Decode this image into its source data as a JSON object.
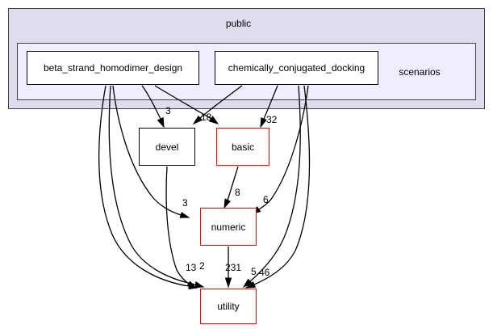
{
  "graph": {
    "title": "public",
    "type": "directory-dependency-graph",
    "clusters": [
      {
        "id": "public",
        "label": "public",
        "fill": "#ddddee",
        "stroke": "#404040"
      },
      {
        "id": "scenarios",
        "label": "scenarios",
        "fill": "#eeeeff",
        "stroke": "#404040"
      }
    ],
    "nodes": [
      {
        "id": "beta",
        "label": "beta_strand_homodimer_design",
        "border": "#000000",
        "fill": "#ffffff"
      },
      {
        "id": "chem",
        "label": "chemically_conjugated_docking",
        "border": "#000000",
        "fill": "#ffffff"
      },
      {
        "id": "devel",
        "label": "devel",
        "border": "#000000",
        "fill": "#ffffff"
      },
      {
        "id": "basic",
        "label": "basic",
        "border": "#ff0000",
        "fill": "#ffffff"
      },
      {
        "id": "numeric",
        "label": "numeric",
        "border": "#ff0000",
        "fill": "#ffffff"
      },
      {
        "id": "utility",
        "label": "utility",
        "border": "#ff0000",
        "fill": "#ffffff"
      }
    ],
    "edges": [
      {
        "from": "beta",
        "to": "devel",
        "label": "3"
      },
      {
        "from": "beta",
        "to": "basic",
        "label": "18"
      },
      {
        "from": "beta",
        "to": "numeric",
        "label": "3"
      },
      {
        "from": "beta",
        "to": "utility",
        "label": "13"
      },
      {
        "from": "beta",
        "to": "utility",
        "label": "2"
      },
      {
        "from": "chem",
        "to": "devel",
        "label": ""
      },
      {
        "from": "chem",
        "to": "basic",
        "label": "32"
      },
      {
        "from": "chem",
        "to": "numeric",
        "label": "6"
      },
      {
        "from": "chem",
        "to": "utility",
        "label": "5"
      },
      {
        "from": "chem",
        "to": "utility",
        "label": "46"
      },
      {
        "from": "devel",
        "to": "utility",
        "label": ""
      },
      {
        "from": "basic",
        "to": "numeric",
        "label": "8"
      },
      {
        "from": "numeric",
        "to": "utility",
        "label": "231"
      }
    ],
    "edge_labels": [
      {
        "id": "lbl-3-devel",
        "text": "3"
      },
      {
        "id": "lbl-18",
        "text": "18"
      },
      {
        "id": "lbl-32",
        "text": "32"
      },
      {
        "id": "lbl-3-numeric",
        "text": "3"
      },
      {
        "id": "lbl-8",
        "text": "8"
      },
      {
        "id": "lbl-6",
        "text": "6"
      },
      {
        "id": "lbl-13",
        "text": "13"
      },
      {
        "id": "lbl-2",
        "text": "2"
      },
      {
        "id": "lbl-231",
        "text": "231"
      },
      {
        "id": "lbl-5",
        "text": "5"
      },
      {
        "id": "lbl-46",
        "text": "46"
      }
    ]
  }
}
